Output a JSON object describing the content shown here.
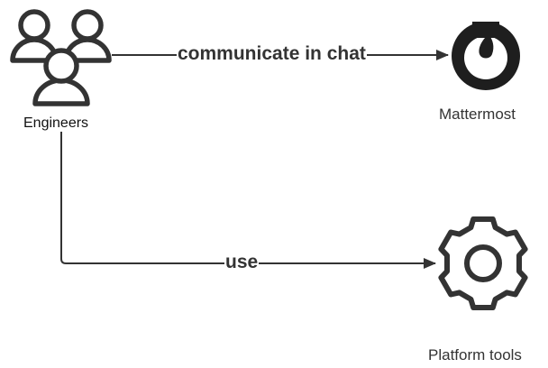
{
  "diagram": {
    "nodes": {
      "engineers": {
        "label": "Engineers",
        "icon": "users-group-icon"
      },
      "mattermost": {
        "label": "Mattermost",
        "icon": "mattermost-logo-icon"
      },
      "platform_tools": {
        "label": "Platform tools",
        "icon": "gear-icon"
      }
    },
    "edges": {
      "chat": {
        "label": "communicate in chat",
        "from": "Engineers",
        "to": "Mattermost"
      },
      "use": {
        "label": "use",
        "from": "Engineers",
        "to": "Platform tools"
      }
    }
  },
  "colors": {
    "stroke": "#333333",
    "text": "#333333",
    "background": "#ffffff"
  }
}
